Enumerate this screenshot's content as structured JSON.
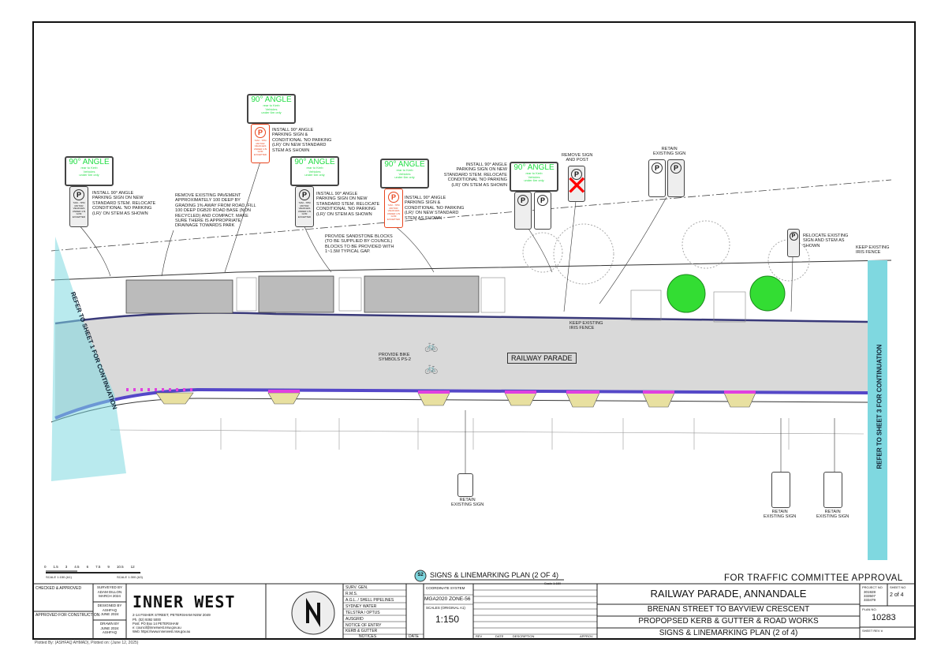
{
  "plan": {
    "street_label": "RAILWAY PARADE",
    "left_continuation": "REFER TO SHEET 1 FOR CONTINUATION",
    "right_continuation": "REFER TO SHEET 3 FOR CONTINUATION",
    "bike_note": "PROVIDE BIKE\nSYMBOLS PS-2",
    "notes": [
      "INSTALL 90° ANGLE\nPARKING SIGN ON NEW\nSTANDARD STEM. RELOCATE\nCONDITIONAL 'NO PARKING\n(LR)' ON STEM AS SHOWN",
      "REMOVE EXISTING PAVEMENT\nAPPROXIMATELY 100 DEEP BY\nGRADING 1% AWAY FROM ROAD. FILL\n100 DEEP DGB20 ROAD BASE (NON\nRECYCLED) AND COMPACT. MAKE\nSURE THERE IS APPROPRIATE\nDRAINAGE TOWARDS PARK",
      "INSTALL 90° ANGLE\nPARKING SIGN &\nCONDITIONAL 'NO PARKING\n(LR)' ON NEW STANDARD\nSTEM AS SHOWN",
      "INSTALL 90° ANGLE\nPARKING SIGN ON NEW\nSTANDARD STEM. RELOCATE\nCONDITIONAL 'NO PARKING\n(LR)' ON STEM AS SHOWN",
      "INSTALL 90° ANGLE\nPARKING SIGN &\nCONDITIONAL 'NO PARKING\n(LR)' ON NEW STANDARD\nSTEM AS SHOWN",
      "PROVIDE SANDSTONE BLOCKS\n(TO BE SUPPLIED BY COUNCIL)\nBLOCKS TO BE PROVIDED WITH\n1~1.5m TYPICAL GAP.",
      "INSTALL 90° ANGLE\nPARKING SIGN ON NEW\nSTANDARD STEM. RELOCATE\nCONDITIONAL 'NO PARKING\n(LR)' ON STEM AS SHOWN",
      "REMOVE SIGN\nAND POST",
      "RETAIN\nEXISTING SIGN",
      "RELOCATE EXISTING\nSIGN AND STEM AS\nSHOWN",
      "KEEP EXISTING\nIRIS FENCE",
      "KEEP EXISTING\nIRIS FENCE",
      "RETAIN\nEXISTING SIGN",
      "RETAIN\nEXISTING SIGN",
      "RETAIN\nEXISTING SIGN"
    ],
    "sign_angle": {
      "title": "90° ANGLE",
      "sub": "rear to Kerb\nVehicles\nunder 6m only"
    },
    "sign_noparking": "7AM - 7PM\nMOTOR VEHICLES\nUNDER 4.5t GVM\nEXCEPTED",
    "colors": {
      "road": "#d9d9d9",
      "kerb_line": "#5548c8",
      "magenta": "#e040e0",
      "cyan": "#7fd8e0",
      "tree": "#33dd33",
      "angle_text": "#22dd44",
      "red_sign": "#e8461f"
    }
  },
  "scale_bar": {
    "ticks": [
      "0",
      "1.5",
      "3",
      "4.5",
      "6",
      "7.5",
      "9",
      "10.5",
      "12"
    ],
    "label_a1": "SCALE 1:150 (A1)",
    "label_a3": "SCALE 1:300 (A3)"
  },
  "drawing_title": {
    "badge": "S2",
    "title": "SIGNS & LINEMARKING PLAN (2 OF 4)",
    "scale": "Scale 1:150"
  },
  "approval_banner": "FOR TRAFFIC COMMITTEE APPROVAL",
  "title_block": {
    "checked": "CHECKED & APPROVED",
    "approved_construction": "APPROVED FOR CONSTRUCTION",
    "surveyed": "SURVEYED BY\nADAM DILLON\nMARCH 2024",
    "designed": "DESIGNED BY\nASHFAQ\nJUNE 2024",
    "drawn": "DRAWN BY\nJUNE 2024\nASHFAQ",
    "logo": "INNER WEST",
    "address": "2-14 FISHER STREET, PETERSHAM NSW 2049",
    "contact": "Ph.    (02) 9392 5000\nPost:   PO Box 14 PETERSHAM\ne:       council@innerwest.nsw.gov.au\nWeb:   https://www.innerwest.nsw.gov.au",
    "notices": [
      "SURV. GEN.",
      "R.M.S.",
      "A.G.L. / SHELL PIPELINES",
      "SYDNEY WATER",
      "TELSTRA / OPTUS",
      "AUSGRID",
      "NOTICE OF ENTRY",
      "KERB & GUTTER"
    ],
    "notices_label": "NOTICES",
    "date_label": "DATE",
    "coord_label": "COORDINATE SYSTEM",
    "coord_value": "MGA2020 ZONE-56",
    "scales_label": "SCALES (ORIGINAL A1)",
    "scale_value": "1:150",
    "rev_headers": [
      "REV",
      "DATE",
      "DESCRIPTION",
      "APPROV"
    ],
    "project_title": "RAILWAY PARADE, ANNANDALE",
    "from_to": "BRENAN STREET TO BAYVIEW CRESCENT",
    "works": "PROPOPSED KERB & GUTTER & ROAD WORKS",
    "sheet_title": "SIGNS & LINEMARKING PLAN (2 of 4)",
    "project_no_label": "PROJECT NO",
    "project_no": "301928\n333507\n333479",
    "sheet_no_label": "SHEET NO",
    "sheet_no": "2 of 4",
    "plan_no_label": "PLAN NO.",
    "plan_no": "10283",
    "sheet_rev_label": "SHEET REV #"
  },
  "plotted": "Plotted By: (ASHFAQ AHMAD),  Plotted on: (June 12, 2025)"
}
